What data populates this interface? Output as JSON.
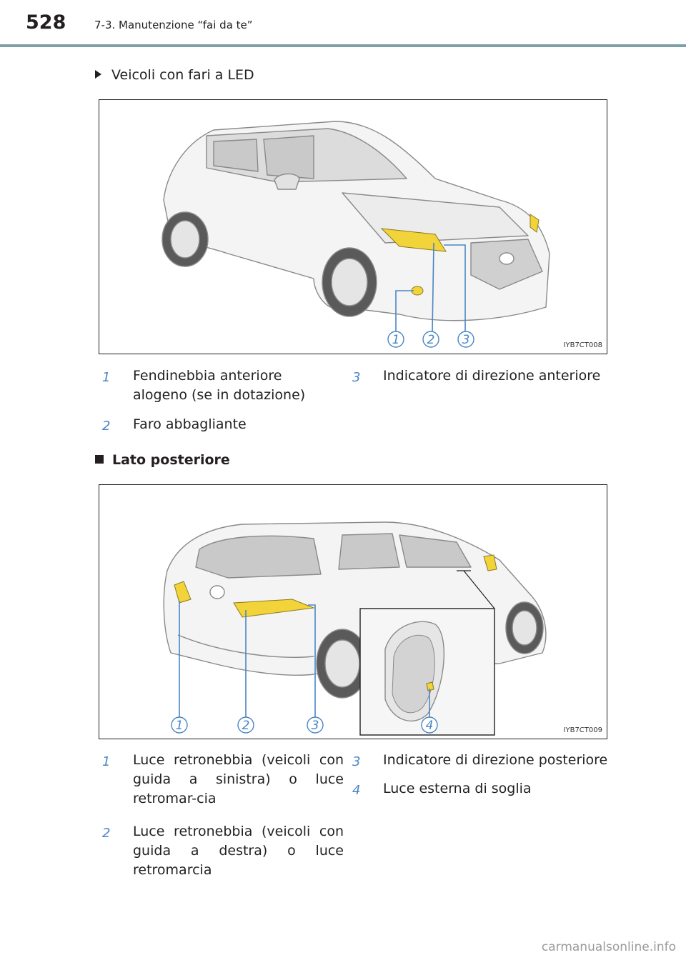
{
  "header": {
    "page_number": "528",
    "section": "7-3. Manutenzione “fai da te”"
  },
  "subhead": "Veicoli con fari a LED",
  "figure_front": {
    "code": "IYB7CT008",
    "callouts": [
      "1",
      "2",
      "3"
    ]
  },
  "legend_front": [
    {
      "num": "1",
      "text": "Fendinebbia anteriore alogeno (se in dotazione)"
    },
    {
      "num": "2",
      "text": "Faro abbagliante"
    },
    {
      "num": "3",
      "text": "Indicatore di direzione anteriore"
    }
  ],
  "section_heading": "Lato posteriore",
  "figure_rear": {
    "code": "IYB7CT009",
    "callouts": [
      "1",
      "2",
      "3",
      "4"
    ]
  },
  "legend_rear": [
    {
      "num": "1",
      "text": "Luce retronebbia (veicoli con guida a sinistra) o luce retromar-cia"
    },
    {
      "num": "2",
      "text": "Luce retronebbia (veicoli con guida a destra) o luce retromarcia"
    },
    {
      "num": "3",
      "text": "Indicatore di direzione posteriore"
    },
    {
      "num": "4",
      "text": "Luce esterna di soglia"
    }
  ],
  "watermark": "carmanualsonline.info",
  "colors": {
    "callout": "#4a86c5",
    "lamp": "#f2d43a",
    "rule": "#7d9fa8"
  }
}
